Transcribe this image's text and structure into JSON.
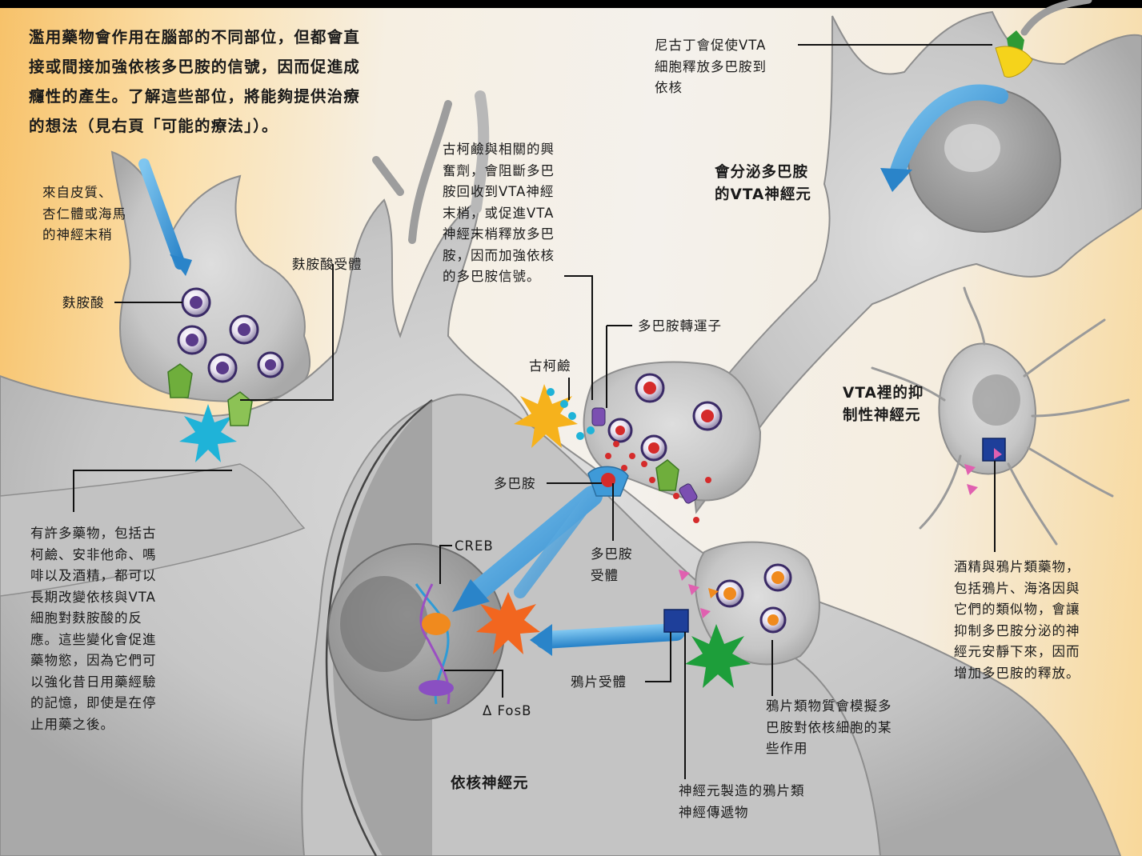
{
  "intro": "濫用藥物會作用在腦部的不同部位，但都會直\n接或間接加強依核多巴胺的信號，因而促進成\n癮性的產生。了解這些部位，將能夠提供治療\n的想法（見右頁「可能的療法」）。",
  "labels": {
    "cortex_terminals": "來自皮質、\n杏仁體或海馬\n的神經末稍",
    "glutamate": "麩胺酸",
    "glutamate_receptor": "麩胺酸受體",
    "cocaine_note": "古柯鹼與相關的興\n奮劑，會阻斷多巴\n胺回收到VTA神經\n末梢，或促進VTA\n神經末梢釋放多巴\n胺，因而加強依核\n的多巴胺信號。",
    "nicotine_note": "尼古丁會促使VTA\n細胞釋放多巴胺到\n依核",
    "vta_dopamine_neuron": "會分泌多巴胺\n的VTA神經元",
    "dopamine_transporter": "多巴胺轉運子",
    "cocaine": "古柯鹼",
    "dopamine": "多巴胺",
    "dopamine_receptor": "多巴胺\n受體",
    "creb": "CREB",
    "delta_fosb": "Δ FosB",
    "opiate_receptor": "鴉片受體",
    "nucleus_accumbens_neuron": "依核神經元",
    "many_drugs_note": "有許多藥物，包括古\n柯鹼、安非他命、嗎\n啡以及酒精，都可以\n長期改變依核與VTA\n細胞對麩胺酸的反\n應。這些變化會促進\n藥物慾，因為它們可\n以強化昔日用藥經驗\n的記憶，即使是在停\n止用藥之後。",
    "vta_inhibitory_neuron": "VTA裡的抑\n制性神經元",
    "alcohol_opiates_note": "酒精與鴉片類藥物，\n包括鴉片、海洛因與\n它們的類似物，會讓\n抑制多巴胺分泌的神\n經元安靜下來，因而\n增加多巴胺的釋放。",
    "opiate_mimic_note": "鴉片類物質會模擬多\n巴胺對依核細胞的某\n些作用",
    "endogenous_opioid_note": "神經元製造的鴉片類\n神經傳遞物"
  },
  "colors": {
    "neuron_gray": "#c9c9c9",
    "arrow_blue": "#3f9ad8",
    "dopamine_red": "#d52b2b",
    "vesicle_purple": "#3a2a66",
    "receptor_green": "#6fae3c",
    "starburst_yellow": "#f6b21c",
    "starburst_cyan": "#1fb3d8",
    "starburst_orange": "#f2661f",
    "starburst_green": "#1d9e3a"
  }
}
